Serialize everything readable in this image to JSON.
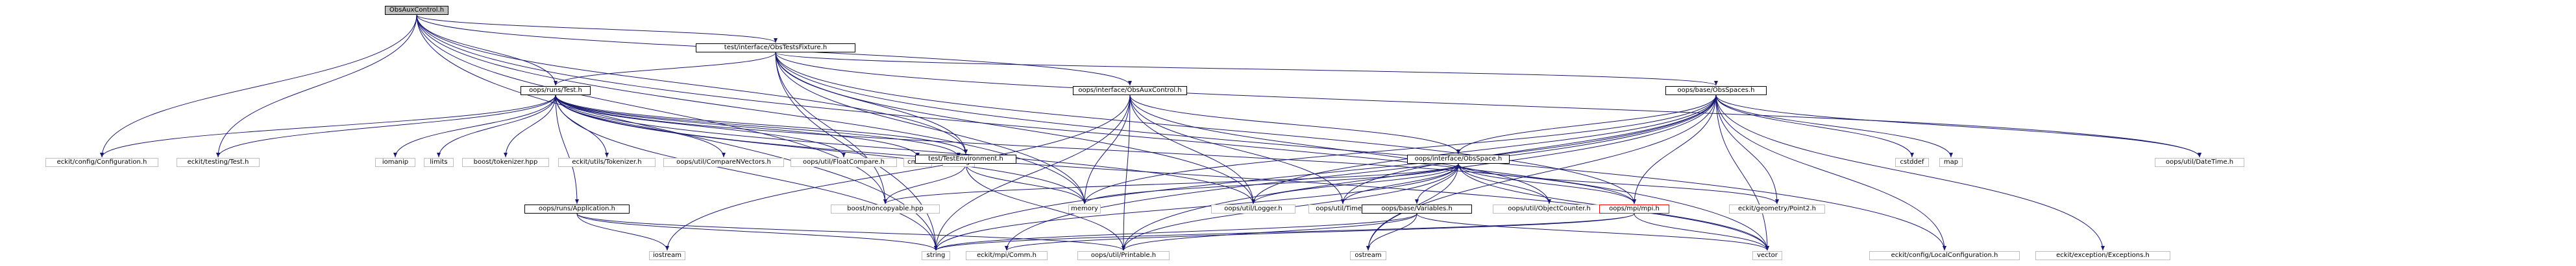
{
  "graph": {
    "edge_color": "#191970",
    "nodes": {
      "obsauxcontrol": "ObsAuxControl.h",
      "obstestsfixture": "test/interface/ObsTestsFixture.h",
      "oopsrunstest": "oops/runs/Test.h",
      "obsauxcontrol_iface": "oops/interface/ObsAuxControl.h",
      "obsspaces": "oops/base/ObsSpaces.h",
      "configuration": "eckit/config/Configuration.h",
      "eckittest": "eckit/testing/Test.h",
      "iomanip": "iomanip",
      "limits": "limits",
      "tokenizer": "boost/tokenizer.hpp",
      "eckittokenizer": "eckit/utils/Tokenizer.h",
      "comparenvectors": "oops/util/CompareNVectors.h",
      "floatcompare": "oops/util/FloatCompare.h",
      "cmath": "cmath",
      "cstring": "cstring",
      "testenvironment": "test/TestEnvironment.h",
      "obsspace": "oops/interface/ObsSpace.h",
      "cstddef": "cstddef",
      "map": "map",
      "memory": "memory",
      "logger": "oops/util/Logger.h",
      "timer": "oops/util/Timer.h",
      "objectcounter": "oops/util/ObjectCounter.h",
      "mpi": "oops/mpi/mpi.h",
      "point2": "eckit/geometry/Point2.h",
      "datetime": "oops/util/DateTime.h",
      "application": "oops/runs/Application.h",
      "noncopyable": "boost/noncopyable.hpp",
      "variables": "oops/base/Variables.h",
      "iostream": "iostream",
      "string": "string",
      "comm": "eckit/mpi/Comm.h",
      "printable": "oops/util/Printable.h",
      "ostream": "ostream",
      "vector": "vector",
      "localconfiguration": "eckit/config/LocalConfiguration.h",
      "exceptions": "eckit/exception/Exceptions.h"
    }
  }
}
